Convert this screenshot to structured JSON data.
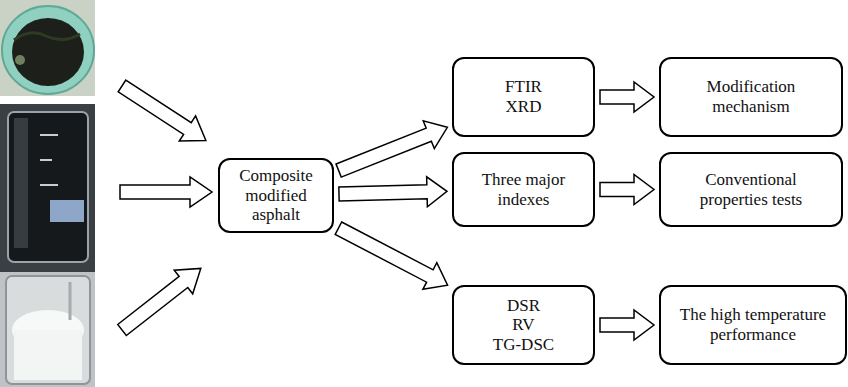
{
  "diagram": {
    "nodes": [
      {
        "text": [
          "Composite modified asphalt"
        ]
      },
      {
        "text": [
          "FTIR XRD"
        ]
      },
      {
        "text": [
          "Modification mechanism"
        ]
      },
      {
        "text": [
          "Three major indexes"
        ]
      },
      {
        "text": [
          "Conventional properties tests"
        ]
      },
      {
        "text": [
          "DSR RV TG-DSC"
        ]
      },
      {
        "text": [
          "The high temperature performance"
        ]
      }
    ],
    "edges": [
      {
        "from": 0,
        "to": 1,
        "arrow": "to"
      },
      {
        "from": 1,
        "to": 2,
        "arrow": "to"
      },
      {
        "from": 0,
        "to": 3,
        "arrow": "to"
      },
      {
        "from": 3,
        "to": 4,
        "arrow": "to"
      },
      {
        "from": 0,
        "to": 5,
        "arrow": "to"
      },
      {
        "from": 5,
        "to": 6,
        "arrow": "to"
      }
    ]
  }
}
